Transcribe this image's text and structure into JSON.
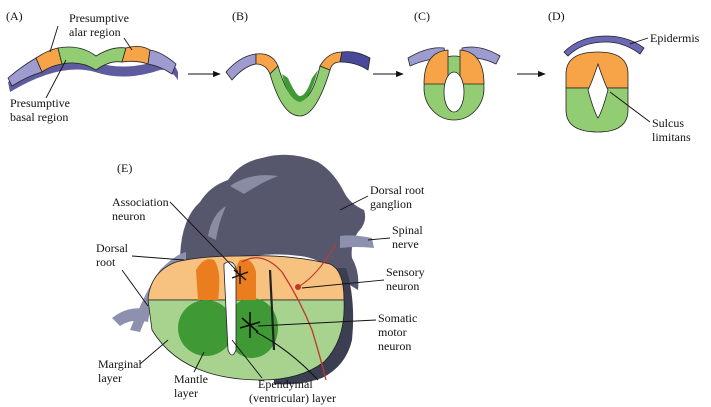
{
  "figure": {
    "panels": {
      "a": "(A)",
      "b": "(B)",
      "c": "(C)",
      "d": "(D)",
      "e": "(E)"
    },
    "labels": {
      "alar_line1": "Presumptive",
      "alar_line2": "alar region",
      "basal_line1": "Presumptive",
      "basal_line2": "basal region",
      "epidermis": "Epidermis",
      "sulcus_line1": "Sulcus",
      "sulcus_line2": "limitans",
      "assoc_line1": "Association",
      "assoc_line2": "neuron",
      "drg_line1": "Dorsal root",
      "drg_line2": "ganglion",
      "spinal_line1": "Spinal",
      "spinal_line2": "nerve",
      "droot_line1": "Dorsal",
      "droot_line2": "root",
      "sensory_line1": "Sensory",
      "sensory_line2": "neuron",
      "somatic_line1": "Somatic",
      "somatic_line2": "motor",
      "somatic_line3": "neuron",
      "marginal_line1": "Marginal",
      "marginal_line2": "layer",
      "mantle_line1": "Mantle",
      "mantle_line2": "layer",
      "ependymal_line1": "Ependymal",
      "ependymal_line2": "(ventricular) layer"
    },
    "colors": {
      "alar": "#f5a142",
      "alar_light": "#f7c27f",
      "basal": "#8cc96a",
      "basal_dark": "#3f9a35",
      "epidermis": "#6f6fb8",
      "epidermis_light": "#a9a8d8",
      "ganglion": "#55566c",
      "ganglion_dark": "#303245",
      "root": "#8e90b0",
      "nerve_line": "#c0392b"
    }
  }
}
